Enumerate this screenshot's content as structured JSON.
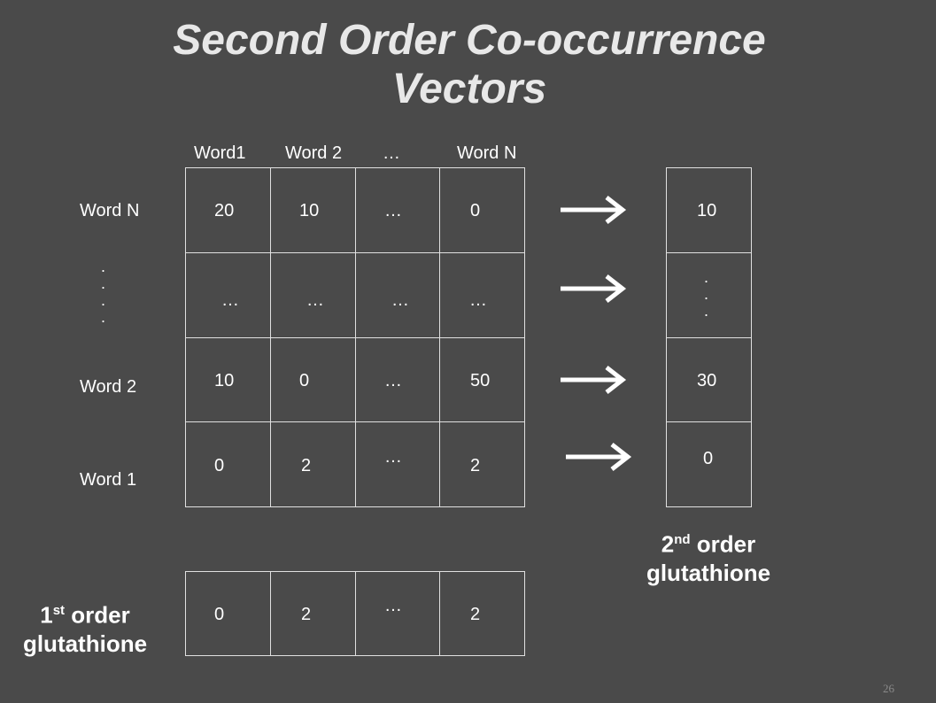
{
  "title": {
    "line1": "Second Order Co-occurrence",
    "line2": "Vectors"
  },
  "column_headers": [
    "Word1",
    "Word 2",
    "…",
    "Word N"
  ],
  "row_labels": {
    "top": "Word N",
    "middle": "Word 2",
    "bottom": "Word 1",
    "dots": ". . . ."
  },
  "matrix": {
    "rows": [
      [
        "20",
        "10",
        "…",
        "0"
      ],
      [
        "…",
        "…",
        "…",
        "…"
      ],
      [
        "10",
        "0",
        "…",
        "50"
      ],
      [
        "0",
        "2",
        "…",
        "2"
      ]
    ]
  },
  "second_order_vector": {
    "values": [
      "10",
      ". . .",
      "30",
      "0"
    ]
  },
  "first_order_vector": {
    "values": [
      "0",
      "2",
      "…",
      "2"
    ]
  },
  "captions": {
    "second_order_num": "2",
    "second_order_sup": "nd",
    "second_order_word": " order",
    "second_order_name": "glutathione",
    "first_order_num": "1",
    "first_order_sup": "st",
    "first_order_word": " order",
    "first_order_name": "glutathione"
  },
  "page_number": "26"
}
